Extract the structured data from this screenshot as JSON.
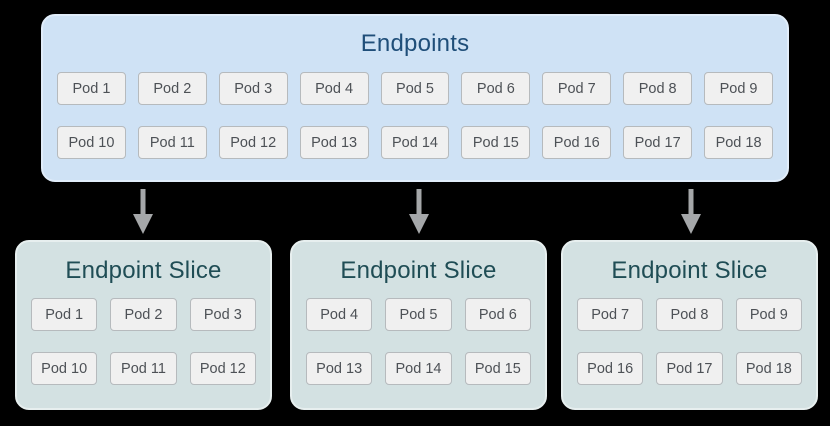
{
  "colors": {
    "canvas_bg": "#000000",
    "endpoints_box_bg": "#cfe2f5",
    "endpoints_box_border": "#e1edfa",
    "endpoints_title_text": "#1f4e79",
    "slice_box_bg": "#d3e1e2",
    "slice_box_border": "#e7efef",
    "slice_title_text": "#1f4d55",
    "pod_bg": "#f0f0f0",
    "pod_border": "#b6babd",
    "pod_text": "#4d5156",
    "arrow": "#a5a7a9"
  },
  "icons": {
    "arrow": "down-arrow"
  },
  "endpoints": {
    "title": "Endpoints",
    "pods": [
      "Pod 1",
      "Pod 2",
      "Pod 3",
      "Pod 4",
      "Pod 5",
      "Pod 6",
      "Pod 7",
      "Pod 8",
      "Pod 9",
      "Pod 10",
      "Pod 11",
      "Pod 12",
      "Pod 13",
      "Pod 14",
      "Pod 15",
      "Pod 16",
      "Pod 17",
      "Pod 18"
    ]
  },
  "slices": [
    {
      "title": "Endpoint Slice",
      "pods": [
        "Pod 1",
        "Pod 2",
        "Pod 3",
        "Pod 10",
        "Pod 11",
        "Pod 12"
      ]
    },
    {
      "title": "Endpoint Slice",
      "pods": [
        "Pod 4",
        "Pod 5",
        "Pod 6",
        "Pod 13",
        "Pod 14",
        "Pod 15"
      ]
    },
    {
      "title": "Endpoint Slice",
      "pods": [
        "Pod 7",
        "Pod 8",
        "Pod 9",
        "Pod 16",
        "Pod 17",
        "Pod 18"
      ]
    }
  ]
}
